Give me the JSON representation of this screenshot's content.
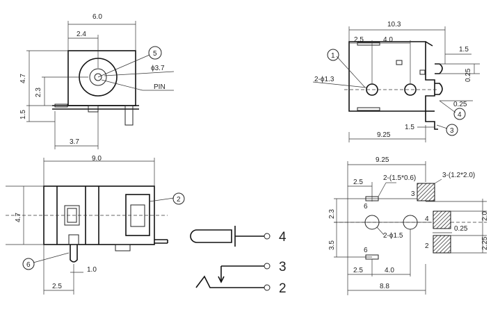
{
  "views": {
    "top_view": {
      "dims": [
        "6.0",
        "2.4",
        "4.7",
        "2.3",
        "1.5",
        "3.7"
      ],
      "labels": {
        "phi": "ϕ3.7",
        "pin": "PIN",
        "callout": "5"
      }
    },
    "front_view": {
      "dims": [
        "9.0",
        "4.7",
        "1.0",
        "2.5"
      ],
      "callouts": [
        "2",
        "6"
      ]
    },
    "side_view": {
      "dims": [
        "10.3",
        "2.5",
        "4.0",
        "1.5",
        "0.25",
        "0.25",
        "1.5",
        "9.25"
      ],
      "labels": {
        "holes": "2-ϕ1.3"
      },
      "callouts": [
        "1",
        "4",
        "3"
      ]
    },
    "pcb_layout": {
      "dims": [
        "9.25",
        "2.5",
        "2.3",
        "3.5",
        "2.0",
        "0.25",
        "2.25",
        "2.5",
        "4.0",
        "8.8"
      ],
      "labels": {
        "slots": "2-(1.5*0.6)",
        "pads": "3-(1.2*2.0)",
        "holes": "2-ϕ1.5"
      },
      "pin_numbers": [
        "3",
        "4",
        "2",
        "6",
        "6"
      ]
    },
    "schematic": {
      "terminals": [
        "4",
        "3",
        "2"
      ]
    }
  }
}
